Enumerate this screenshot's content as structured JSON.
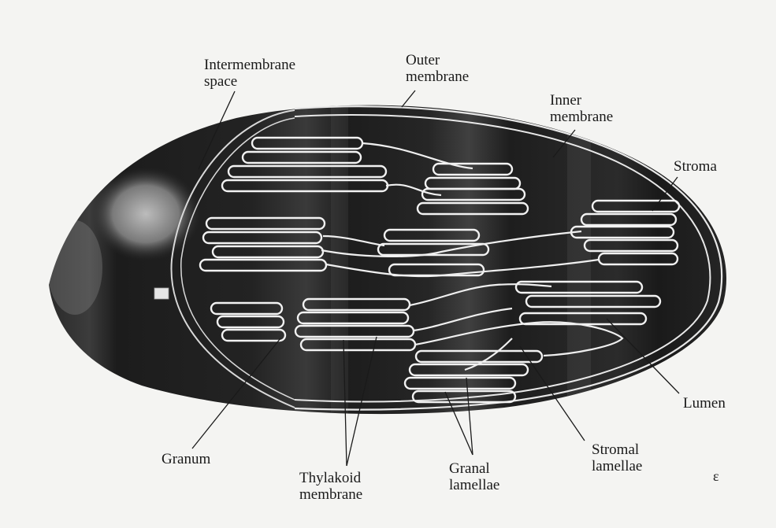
{
  "diagram": {
    "labels": {
      "intermembrane_space": {
        "line1": "Intermembrane",
        "line2": "space"
      },
      "outer_membrane": {
        "line1": "Outer",
        "line2": "membrane"
      },
      "inner_membrane": {
        "line1": "Inner",
        "line2": "membrane"
      },
      "stroma": {
        "line1": "Stroma"
      },
      "lumen": {
        "line1": "Lumen"
      },
      "stromal_lamellae": {
        "line1": "Stromal",
        "line2": "lamellae"
      },
      "granal_lamellae": {
        "line1": "Granal",
        "line2": "lamellae"
      },
      "thylakoid_membrane": {
        "line1": "Thylakoid",
        "line2": "membrane"
      },
      "granum": {
        "line1": "Granum"
      }
    },
    "stray_mark": "ɛ",
    "colors": {
      "background": "#f4f4f2",
      "body_dark": "#1e1e1e",
      "membrane": "#f2f2f2",
      "leader": "#1a1a1a"
    }
  }
}
